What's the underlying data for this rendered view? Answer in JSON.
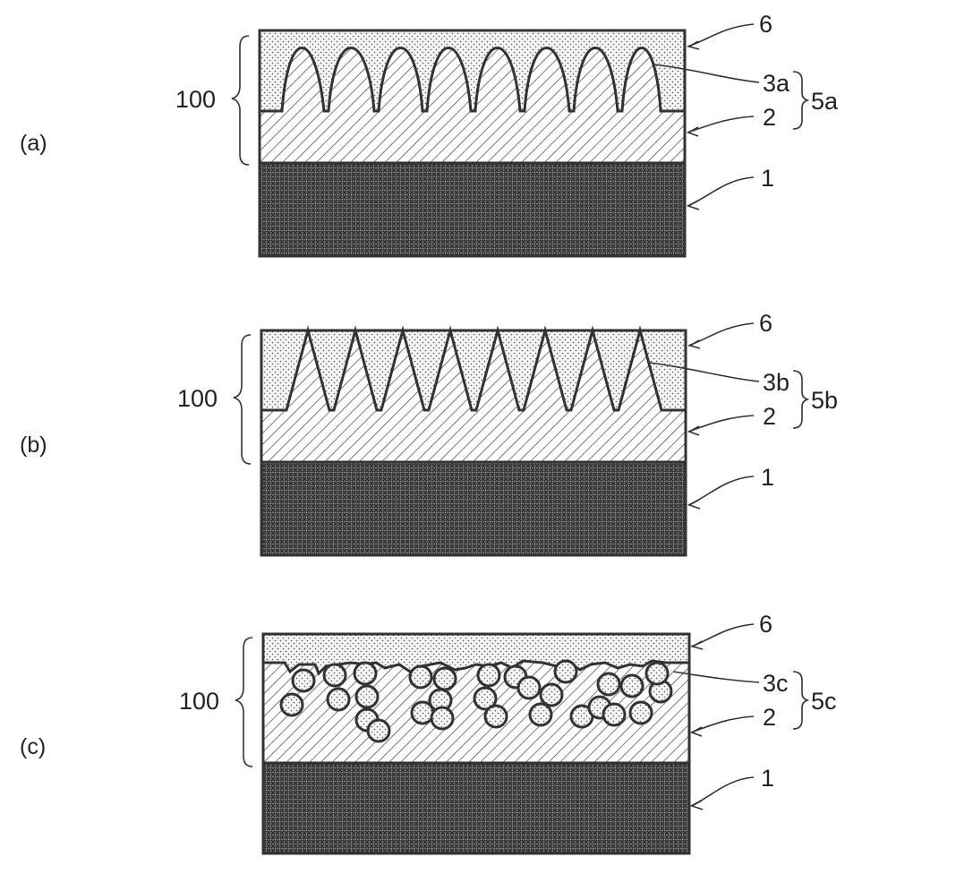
{
  "panels": [
    {
      "caption": "(a)",
      "stack_label": "100",
      "labels": {
        "top": "6",
        "feature": "3a",
        "layer": "2",
        "group": "5a",
        "substrate": "1"
      },
      "profile": "rounded-peaks"
    },
    {
      "caption": "(b)",
      "stack_label": "100",
      "labels": {
        "top": "6",
        "feature": "3b",
        "layer": "2",
        "group": "5b",
        "substrate": "1"
      },
      "profile": "triangular-peaks"
    },
    {
      "caption": "(c)",
      "stack_label": "100",
      "labels": {
        "top": "6",
        "feature": "3c",
        "layer": "2",
        "group": "5c",
        "substrate": "1"
      },
      "profile": "embedded-particles"
    }
  ],
  "colors": {
    "outline": "#333333",
    "substrate_fill": "#555555",
    "top_fill": "#f4f4f4",
    "layer_fill": "#ffffff"
  }
}
